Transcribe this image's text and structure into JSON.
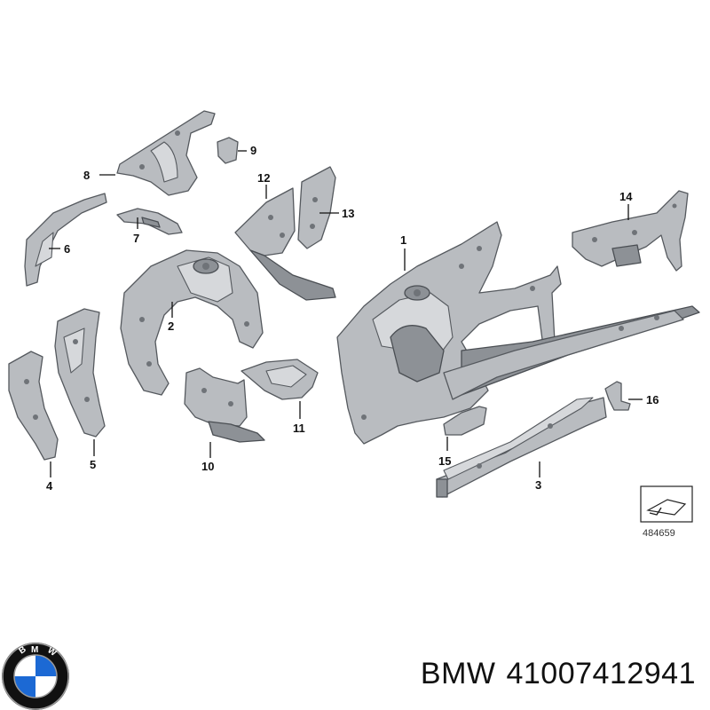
{
  "diagram": {
    "callouts": [
      "1",
      "2",
      "3",
      "4",
      "5",
      "6",
      "7",
      "8",
      "9",
      "10",
      "11",
      "12",
      "13",
      "14",
      "15",
      "16"
    ],
    "catalog_number": "484659"
  },
  "footer": {
    "brand": "BMW",
    "part_number": "41007412941",
    "logo_letters": "BMW"
  },
  "colors": {
    "part_fill": "#b9bcc0",
    "part_stroke": "#55595e",
    "logo_blue": "#1c69d4",
    "logo_ring": "#111111"
  }
}
